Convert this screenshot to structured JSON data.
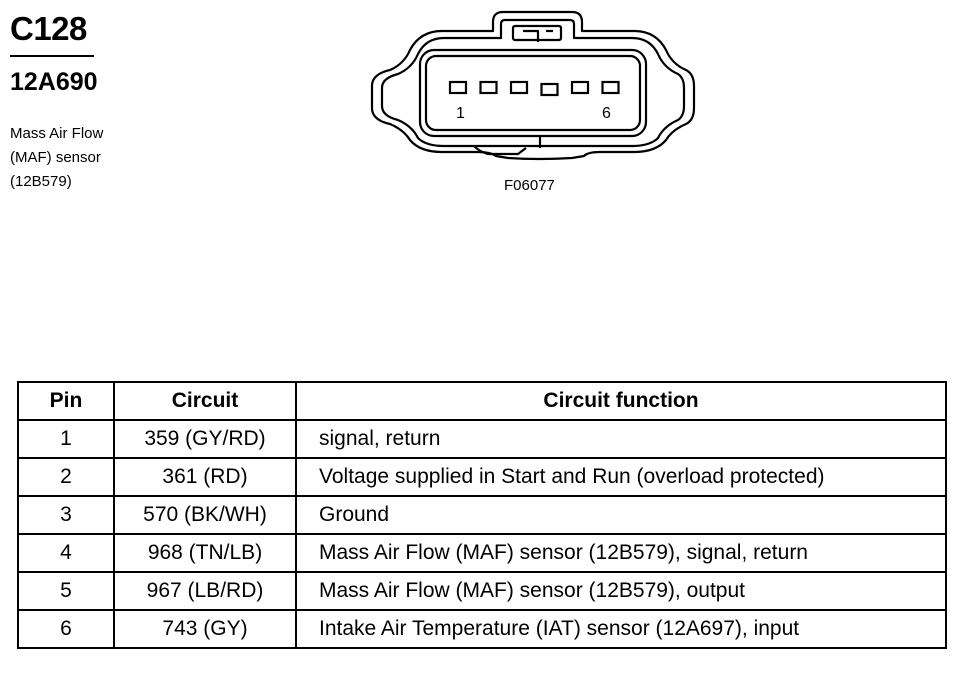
{
  "header": {
    "connector_id": "C128",
    "part_number": "12A690",
    "description_lines": [
      "Mass Air Flow",
      "(MAF) sensor",
      "(12B579)"
    ]
  },
  "diagram": {
    "pin_first_label": "1",
    "pin_last_label": "6",
    "pin_count": 6,
    "figure_code": "F06077"
  },
  "table": {
    "headers": {
      "pin": "Pin",
      "circuit": "Circuit",
      "function": "Circuit function"
    },
    "rows": [
      {
        "pin": "1",
        "circuit": "359 (GY/RD)",
        "function": "signal, return"
      },
      {
        "pin": "2",
        "circuit": "361 (RD)",
        "function": "Voltage supplied in Start and Run (overload protected)"
      },
      {
        "pin": "3",
        "circuit": "570 (BK/WH)",
        "function": "Ground"
      },
      {
        "pin": "4",
        "circuit": "968 (TN/LB)",
        "function": "Mass Air Flow (MAF) sensor (12B579), signal, return"
      },
      {
        "pin": "5",
        "circuit": "967 (LB/RD)",
        "function": "Mass Air Flow (MAF) sensor (12B579), output"
      },
      {
        "pin": "6",
        "circuit": "743 (GY)",
        "function": "Intake Air Temperature (IAT) sensor (12A697), input"
      }
    ]
  }
}
